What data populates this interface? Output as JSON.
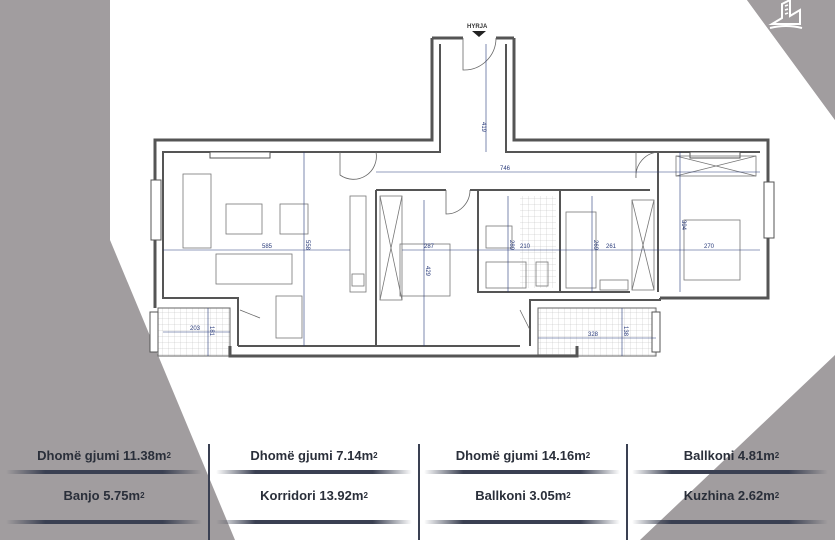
{
  "plan": {
    "entry_label": "HYRJA",
    "dimensions": {
      "corridor_vertical": "419",
      "corridor_horizontal": "746",
      "living_width": "585",
      "living_height": "558",
      "bedroom1_width": "287",
      "bedroom1_height": "429",
      "bath_height": "289",
      "bath_width": "210",
      "bedroom2_height": "269",
      "bedroom2_width": "261",
      "bedroom3_height": "394",
      "bedroom3_width": "270",
      "balcony1_width": "203",
      "balcony1_height": "181",
      "balcony2_width": "328",
      "balcony2_height": "138"
    }
  },
  "areas": [
    {
      "label": "Dhomë gjumi 11.38m",
      "unit": "2"
    },
    {
      "label": "Dhomë gjumi 7.14m",
      "unit": "2"
    },
    {
      "label": "Dhomë gjumi 14.16m",
      "unit": "2"
    },
    {
      "label": "Ballkoni 4.81m",
      "unit": "2"
    },
    {
      "label": "Banjo 5.75m",
      "unit": "2"
    },
    {
      "label": "Korridori 13.92m",
      "unit": "2"
    },
    {
      "label": "Ballkoni 3.05m",
      "unit": "2"
    },
    {
      "label": "Kuzhina 2.62m",
      "unit": "2"
    }
  ],
  "colors": {
    "gray_panel": "#a19d9f",
    "dark_text": "#2a2f3a",
    "dimension_blue": "#283a7a",
    "wall": "#555555"
  }
}
